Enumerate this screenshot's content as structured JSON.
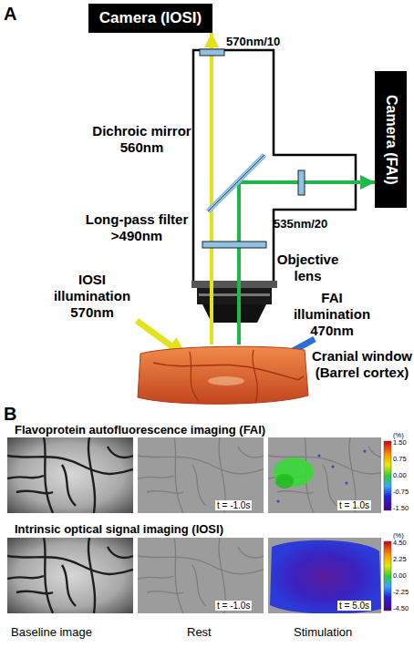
{
  "diagram": {
    "nodes": [
      {
        "text": [
          "Camera (IOSI)"
        ]
      },
      {
        "text": [
          "Camera (FAI)"
        ]
      },
      {
        "text": [
          "Cranial window (Barrel cortex)"
        ]
      }
    ],
    "edges": [
      {
        "from": 2,
        "to": 0,
        "arrow": "to"
      },
      {
        "from": 2,
        "to": 1,
        "arrow": "to"
      }
    ],
    "labels": [
      "A",
      "570nm/10",
      "Dichroic mirror 560nm",
      "535nm/20",
      "Long-pass filter >490nm",
      "Objective lens",
      "IOSI illumination 570nm",
      "FAI illumination 470nm",
      "B",
      "Flavoprotein autofluorescence imaging (FAI)",
      "t = -1.0s",
      "t = 1.0s",
      "(%)",
      "1.50",
      "0.75",
      "0.00",
      "-0.75",
      "-1.50",
      "Intrinsic optical signal imaging (IOSI)",
      "t = -1.0s",
      "t = 5.0s",
      "(%)",
      "4.50",
      "2.25",
      "0.00",
      "-2.25",
      "-4.50",
      "Baseline image",
      "Rest",
      "Stimulation"
    ]
  }
}
